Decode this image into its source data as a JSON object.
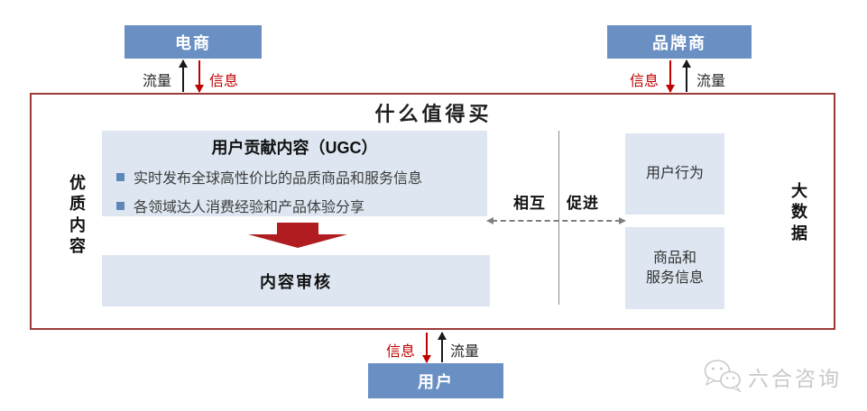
{
  "palette": {
    "box_blue": "#6a90c3",
    "box_blue_light": "#dde6f1",
    "flow_red": "#c00000",
    "border_red": "#9c3a38",
    "block_arrow_red": "#b01c20",
    "bullet_blue": "#5e87ba",
    "line_gray": "#8c8c8c",
    "logo_gray": "#c9c9c9"
  },
  "top": {
    "ecommerce_label": "电商",
    "brand_label": "品牌商",
    "left_traffic_label": "流量",
    "left_info_label": "信息",
    "right_info_label": "信息",
    "right_traffic_label": "流量"
  },
  "platform": {
    "title": "什么值得买",
    "left_vertical_label": "优质内容",
    "right_vertical_label": "大数据",
    "ugc": {
      "title": "用户贡献内容（UGC）",
      "bullets": [
        "实时发布全球高性价比的品质商品和服务信息",
        "各领域达人消费经验和产品体验分享"
      ]
    },
    "review_label": "内容审核",
    "mutual_label_left": "相互",
    "mutual_label_right": "促进",
    "user_behavior_label": "用户行为",
    "goods_info_lines": [
      "商品和",
      "服务信息"
    ]
  },
  "bottom": {
    "info_label": "信息",
    "traffic_label": "流量",
    "user_label": "用户"
  },
  "footer": {
    "logo_text": "六合咨询"
  }
}
